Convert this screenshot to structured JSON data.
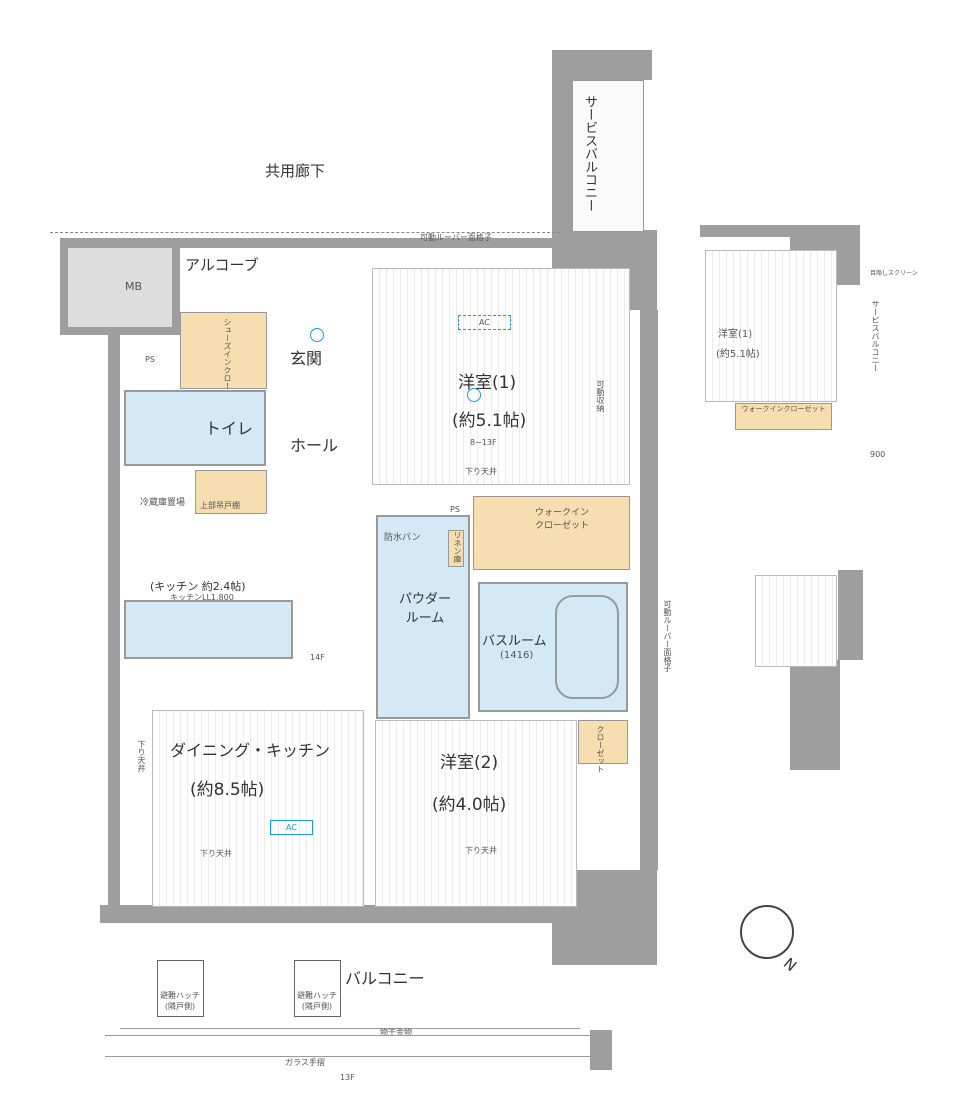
{
  "labels": {
    "corridor": "共用廊下",
    "service_balcony": "サービスバルコニー",
    "alcove": "アルコーブ",
    "mb": "MB",
    "ps": "PS",
    "ps2": "PS",
    "shoes_closet": "シューズインクローク",
    "entrance": "玄関",
    "toilet": "トイレ",
    "hall": "ホール",
    "western1_name": "洋室(1)",
    "western1_size": "(約5.1帖)",
    "fridge": "冷蔵庫置場",
    "upper_cabinet": "上部吊戸棚",
    "kitchen": "(キッチン 約2.4帖)",
    "kitchen_len": "キッチンLL1,800",
    "waterproof_pan": "防水パン",
    "linen": "リネン庫",
    "wic": "ウォークインクローゼット",
    "powder": "パウダールーム",
    "bath_name": "バスルーム",
    "bath_size": "(1416)",
    "western2_name": "洋室(2)",
    "western2_size": "(約4.0帖)",
    "closet": "クローゼット",
    "dk_name": "ダイニング・キッチン",
    "dk_size": "(約8.5帖)",
    "balcony": "バルコニー",
    "hatch1": "避難ハッチ(隣戸側)",
    "hatch2": "避難ハッチ(隣戸側)",
    "drying": "物干金物",
    "glass_rail": "ガラス手摺",
    "floor_13f": "13F",
    "louver": "可動ルーバー面格子",
    "louver2": "可動ルーバー面格子",
    "lowered_ceiling": "下り天井",
    "floors_8_13": "8~13F",
    "floors_14": "14F",
    "ac": "AC",
    "sliding_storage": "可動収納",
    "compass": "N"
  },
  "inset": {
    "western1_name": "洋室(1)",
    "western1_size": "(約5.1帖)",
    "service_balcony": "サービスバルコニー",
    "wic": "ウォークインクローゼット",
    "dim": "900",
    "screen": "目隠しスクリーン"
  },
  "colors": {
    "wet_area": "#d3e9f6",
    "storage": "#f6deb0",
    "wall": "#9e9e9e",
    "fixture": "#1a9bd7"
  }
}
